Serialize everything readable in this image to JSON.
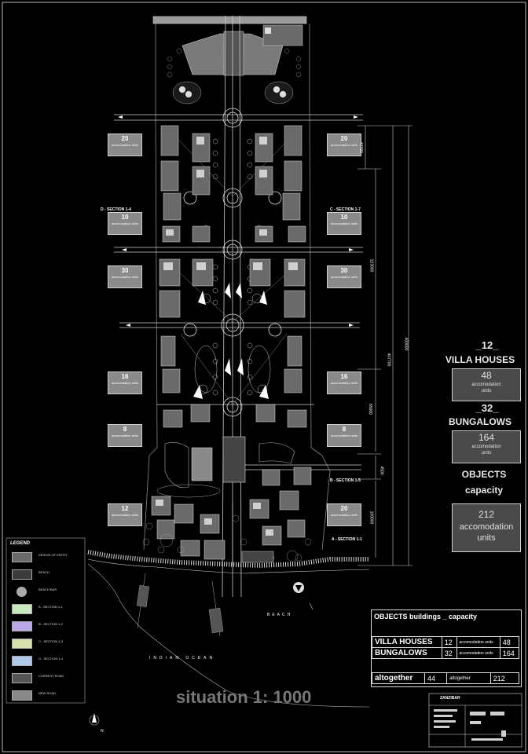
{
  "drawing": {
    "title": "situation 1: 1000",
    "ocean_label": "INDIAN OCEAN",
    "beach_label": "BEACH",
    "north_label": "N"
  },
  "sections": [
    {
      "number": "20",
      "text": "accomodation units",
      "side": "left"
    },
    {
      "number": "20",
      "text": "accomodation units",
      "side": "right"
    },
    {
      "number": "10",
      "text": "accomodation units",
      "side": "left"
    },
    {
      "number": "10",
      "text": "accomodation units",
      "side": "right"
    },
    {
      "number": "30",
      "text": "accomodation units",
      "side": "left"
    },
    {
      "number": "30",
      "text": "accomodation units",
      "side": "right"
    },
    {
      "number": "16",
      "text": "accomodation units",
      "side": "left"
    },
    {
      "number": "16",
      "text": "accomodation units",
      "side": "right"
    },
    {
      "number": "8",
      "text": "accomodation units",
      "side": "left"
    },
    {
      "number": "8",
      "text": "accomodation units",
      "side": "right"
    },
    {
      "number": "12",
      "text": "accomodation units",
      "side": "left"
    },
    {
      "number": "20",
      "text": "accomodation units",
      "side": "right"
    }
  ],
  "section_tags": {
    "d_left": "D - SECTION 1-4",
    "c_right": "C - SECTION 1-7",
    "b_right": "B - SECTION 1-5",
    "a_right": "A - SECTION 1-1"
  },
  "dimensions": {
    "d1": "47700",
    "d2": "123000",
    "d3": "400000",
    "d4": "407700",
    "d5": "65000",
    "d6": "4500",
    "d7": "100000"
  },
  "capacity": {
    "villa_count": "_12_",
    "villa_label": "VILLA HOUSES",
    "villa_units": "48",
    "villa_units_text": "accomodation units",
    "bungalow_count": "_32_",
    "bungalow_label": "BUNGALOWS",
    "bungalow_units": "164",
    "bungalow_units_text": "accomodation units",
    "objects_label": "OBJECTS",
    "capacity_label": "capacity",
    "total_units": "212",
    "total_text": "accomodation units"
  },
  "summary_table": {
    "title": "OBJECTS buildings _ capacity",
    "rows": [
      {
        "name": "VILLA HOUSES",
        "count": "12",
        "unit_text": "accomodation units",
        "units": "48"
      },
      {
        "name": "BUNGALOWS",
        "count": "32",
        "unit_text": "accomodation units",
        "units": "164"
      }
    ],
    "total": {
      "name": "altogether",
      "count": "44",
      "unit_text": "altogether",
      "units": "212"
    }
  },
  "legend": {
    "title": "LEGEND",
    "items": [
      {
        "label": "DESIGN OF ENTRY",
        "color": "#6a6a6a"
      },
      {
        "label": "BEACH",
        "color": "#3a3a3a"
      },
      {
        "label": "BEACH BAR",
        "color": "#aaaaaa"
      },
      {
        "label": "A - SECTION 1-1",
        "color": "#c8e8c0"
      },
      {
        "label": "B - SECTION 1-2",
        "color": "#b8a8e8"
      },
      {
        "label": "C - SECTION 1-3",
        "color": "#d8e0b0"
      },
      {
        "label": "D - SECTION 1-4",
        "color": "#b0c8e8"
      },
      {
        "label": "CURRENT ROAD",
        "color": "#555555"
      },
      {
        "label": "NEW ROAD",
        "color": "#8a8a8a"
      }
    ]
  },
  "title_block": {
    "project": "ZANZIBAR"
  },
  "colors": {
    "background": "#000000",
    "linework": "#ffffff",
    "fill_gray": "#8a8a8a",
    "dark_gray": "#3a3a3a"
  }
}
